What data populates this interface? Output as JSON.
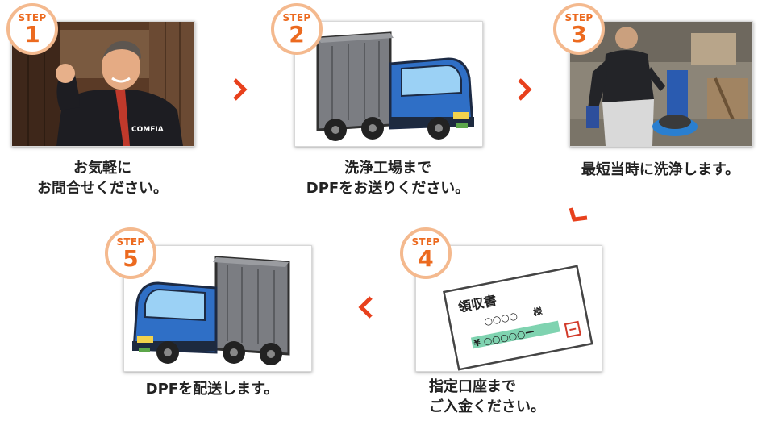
{
  "steps": [
    {
      "label": "STEP",
      "number": "1",
      "caption_lines": [
        "お気軽に",
        "お問合せください。"
      ],
      "shirt_logo": "COMFIA"
    },
    {
      "label": "STEP",
      "number": "2",
      "caption_lines": [
        "洗浄工場まで",
        "DPFをお送りください。"
      ]
    },
    {
      "label": "STEP",
      "number": "3",
      "caption_lines": [
        "最短当時に洗浄します。"
      ]
    },
    {
      "label": "STEP",
      "number": "4",
      "caption_lines": [
        "指定口座まで",
        "ご入金ください。"
      ],
      "receipt": {
        "title": "領収書",
        "name": "○○○○",
        "honorific": "様",
        "amount": "¥ ○○○○○ー"
      }
    },
    {
      "label": "STEP",
      "number": "5",
      "caption_lines": [
        "DPFを配送します。"
      ]
    }
  ],
  "colors": {
    "accent": "#ec6a1f",
    "badge_ring": "#f4b98e",
    "arrow": "#e8401c",
    "truck_blue": "#2f6fc6",
    "truck_box": "#7b7d82"
  }
}
